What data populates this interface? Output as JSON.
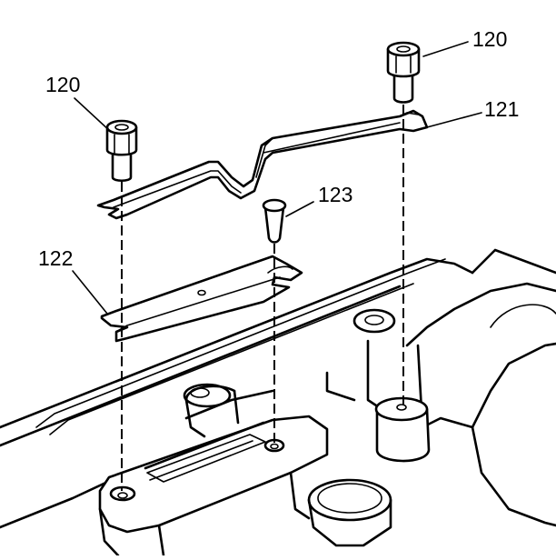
{
  "callouts": {
    "bolt_right": "120",
    "bolt_left": "120",
    "strap": "121",
    "bracket": "122",
    "dowel_pin": "123"
  },
  "colors": {
    "line": "#000000",
    "fill": "#ffffff"
  }
}
